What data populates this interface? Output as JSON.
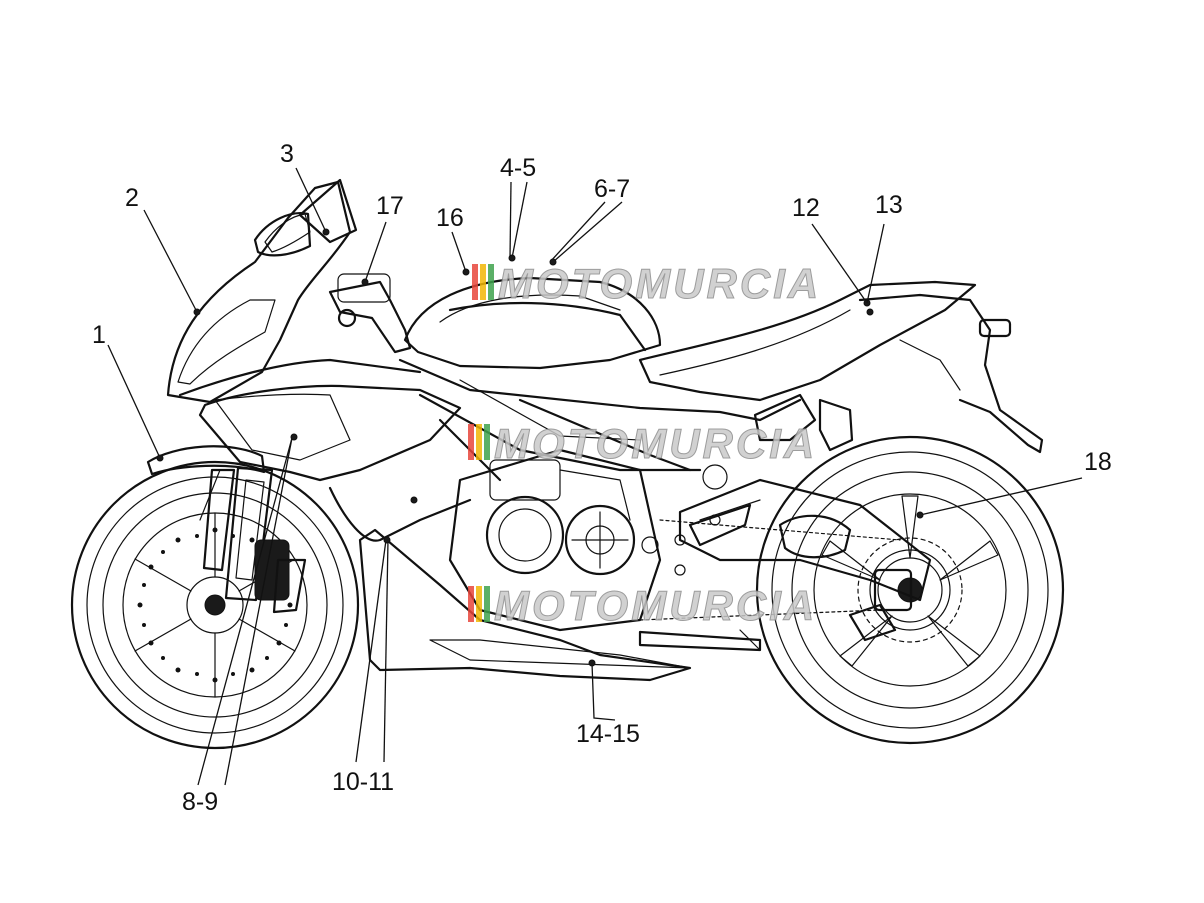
{
  "diagram": {
    "callouts": [
      {
        "id": "c1",
        "text": "1"
      },
      {
        "id": "c2",
        "text": "2"
      },
      {
        "id": "c3",
        "text": "3"
      },
      {
        "id": "c4",
        "text": "4-5"
      },
      {
        "id": "c5",
        "text": "6-7"
      },
      {
        "id": "c6",
        "text": "17"
      },
      {
        "id": "c7",
        "text": "16"
      },
      {
        "id": "c8",
        "text": "12"
      },
      {
        "id": "c9",
        "text": "13"
      },
      {
        "id": "c10",
        "text": "18"
      },
      {
        "id": "c11",
        "text": "14-15"
      },
      {
        "id": "c12",
        "text": "10-11"
      },
      {
        "id": "c13",
        "text": "8-9"
      }
    ]
  },
  "watermark": {
    "text": "MOTOMURCIA",
    "stripe_colors": [
      "#e8463c",
      "#f2b705",
      "#3fa34d"
    ],
    "text_color": "#c9c9c9"
  }
}
